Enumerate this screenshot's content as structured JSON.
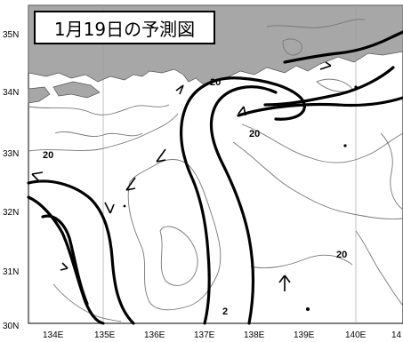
{
  "title": "1月19日の予測図",
  "axes": {
    "lat_labels": [
      "35N",
      "34N",
      "33N",
      "32N",
      "31N",
      "30N"
    ],
    "lon_labels": [
      "134E",
      "135E",
      "136E",
      "137E",
      "138E",
      "139E",
      "140E",
      "14"
    ]
  },
  "contour_labels": [
    "20",
    "20",
    "20",
    "20",
    "2"
  ],
  "colors": {
    "land": "#a7a7a7",
    "thin_contour": "#777777",
    "thick_contour": "#000000"
  }
}
